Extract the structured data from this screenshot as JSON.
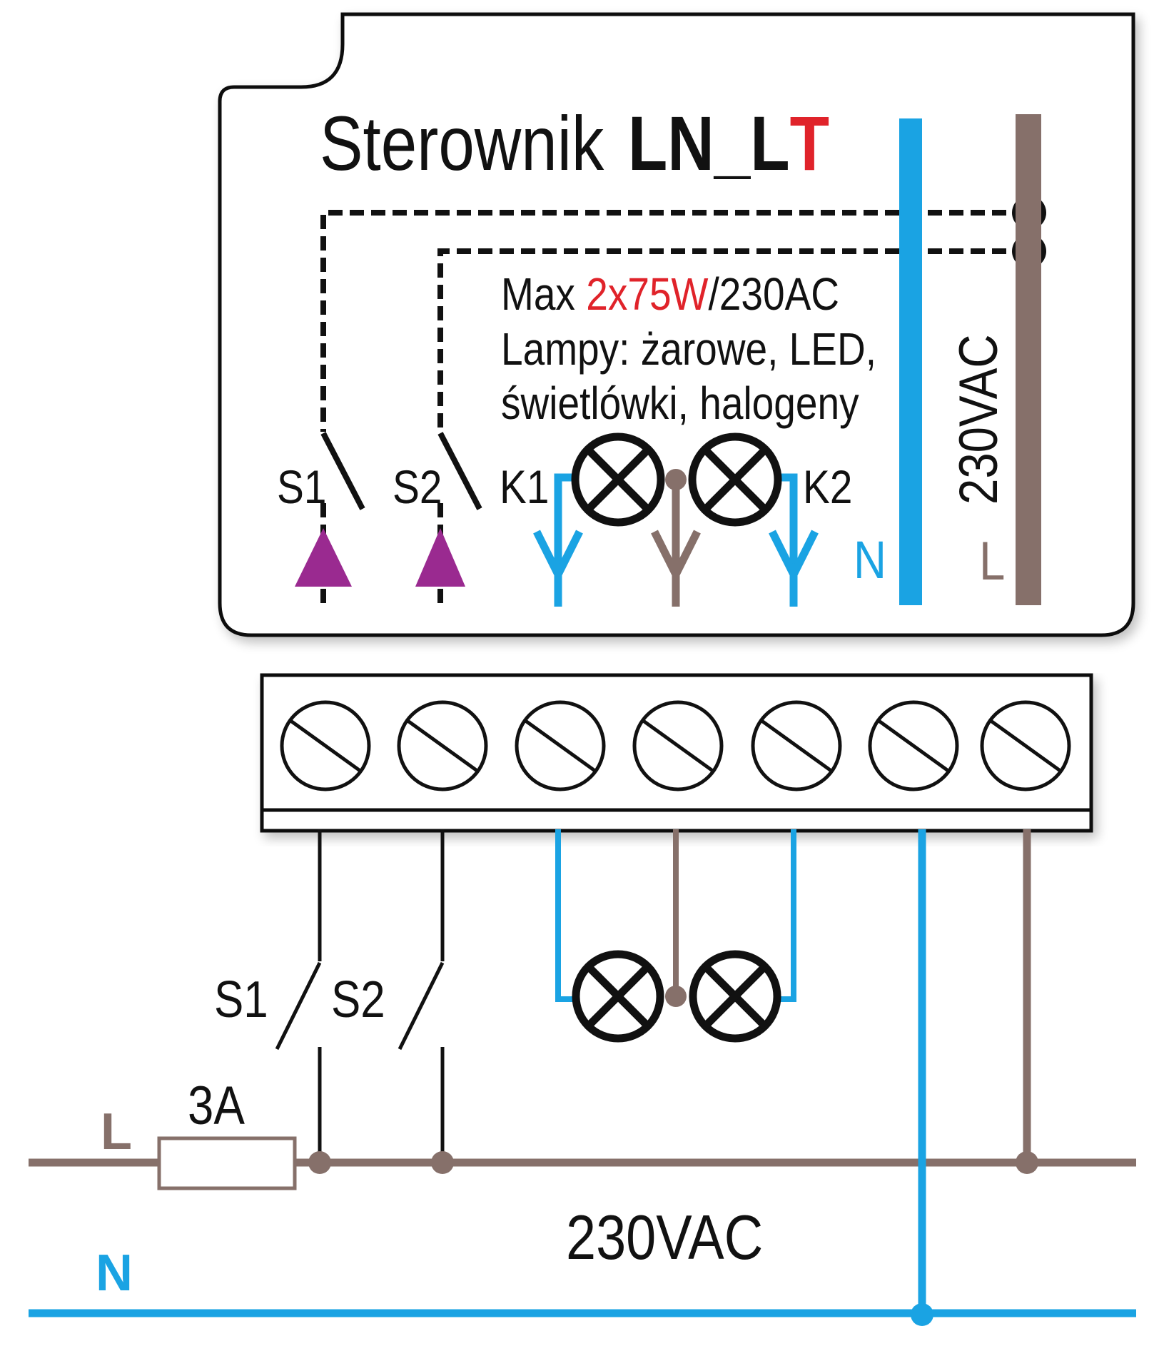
{
  "title": {
    "prefix": "Sterownik",
    "model_black": "LN_L",
    "model_red": "T"
  },
  "spec": {
    "line1_prefix": "Max ",
    "line1_red": "2x75W",
    "line1_suffix": "/230AC",
    "line2": "Lampy: żarowe, LED,",
    "line3": "świetlówki, halogeny"
  },
  "device_labels": {
    "s1": "S1",
    "s2": "S2",
    "k1": "K1",
    "k2": "K2",
    "n": "N",
    "l": "L",
    "voltage_vertical": "230VAC"
  },
  "external_labels": {
    "s1": "S1",
    "s2": "S2",
    "fuse": "3A",
    "line_l": "L",
    "line_n": "N",
    "voltage": "230VAC"
  },
  "terminal_count": 7,
  "colors": {
    "black": "#111111",
    "blue": "#1aa3e3",
    "brown": "#86706a",
    "purple": "#9a2a90",
    "red": "#e0232a"
  }
}
